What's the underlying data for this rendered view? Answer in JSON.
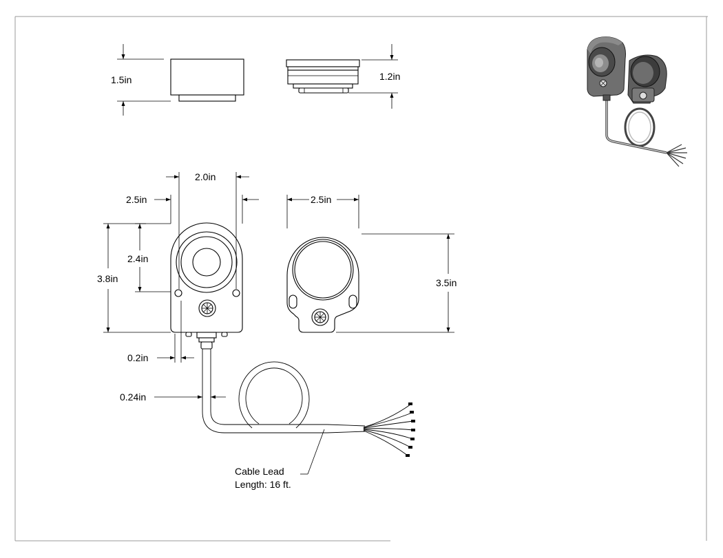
{
  "dimensions": {
    "side_height": "1.5in",
    "side2_height": "1.2in",
    "body_width": "2.0in",
    "hole_spacing": "2.5in",
    "bracket_width": "2.5in",
    "overall_height": "3.8in",
    "lens_height": "2.4in",
    "bracket_height": "3.5in",
    "edge_offset": "0.2in",
    "cable_diameter": "0.24in"
  },
  "cable_note": {
    "line1": "Cable Lead",
    "line2": "Length: 16 ft."
  },
  "colors": {
    "line": "#000000",
    "frame": "#999999",
    "iso_dark": "#555555"
  }
}
